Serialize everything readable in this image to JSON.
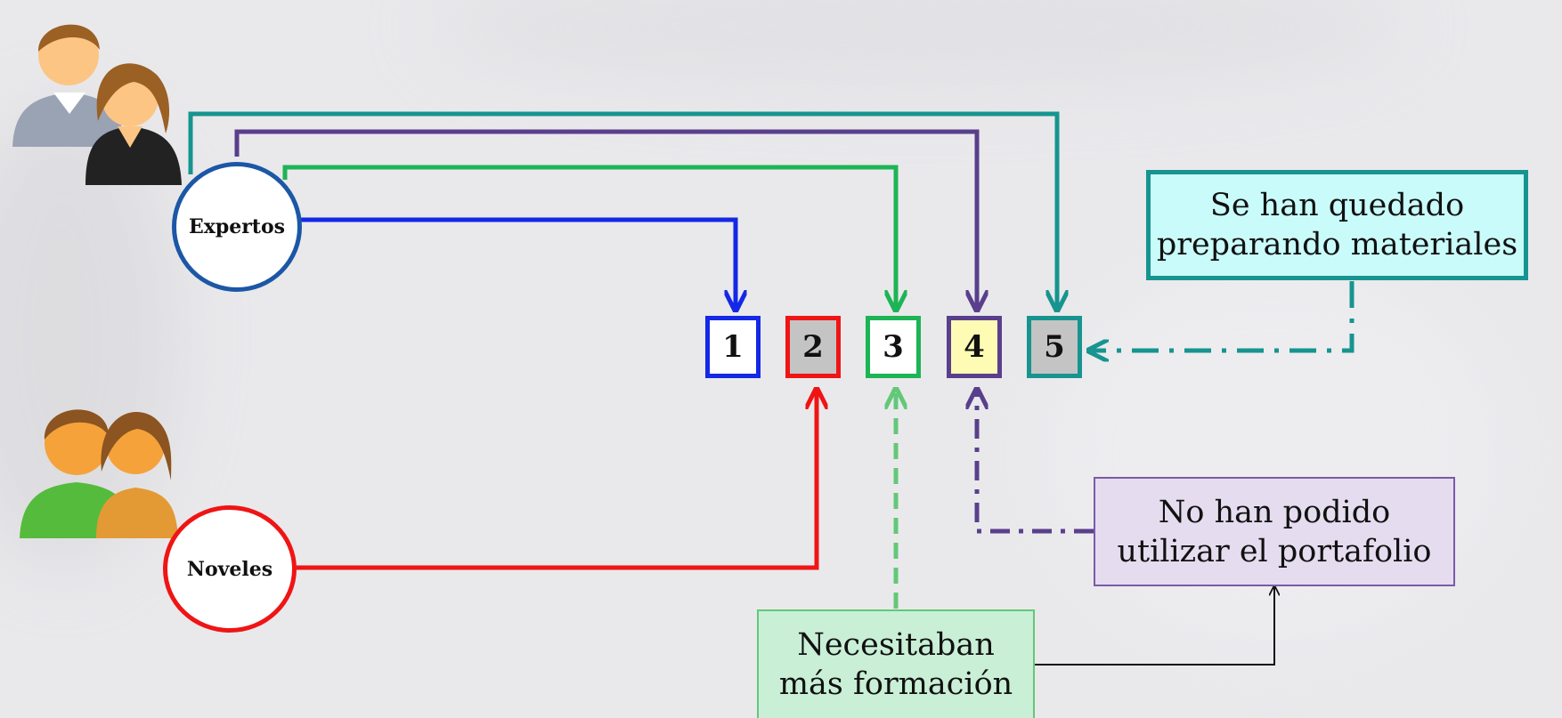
{
  "actors": {
    "expertos": "Expertos",
    "noveles": "Noveles"
  },
  "steps": [
    "1",
    "2",
    "3",
    "4",
    "5"
  ],
  "notes": {
    "materiales": [
      "Se han quedado",
      "preparando materiales"
    ],
    "portafolio": [
      "No han podido",
      "utilizar el portafolio"
    ],
    "formacion": [
      "Necesitaban",
      "más formación"
    ]
  },
  "colors": {
    "blue": "#1428e6",
    "red": "#ef1515",
    "green": "#1db455",
    "purple": "#5a3f8c",
    "teal": "#17948f",
    "light_green": "#63c878",
    "box2_fill": "#c4c4c4",
    "box4_fill": "#fefcb4",
    "box5_fill": "#c4c4c4",
    "note_materiales_fill": "#c9fbfb",
    "note_portafolio_fill": "#e5dcef",
    "note_formacion_fill": "#c9efd7"
  },
  "icons": [
    "expert-users-icon",
    "novice-users-icon"
  ]
}
